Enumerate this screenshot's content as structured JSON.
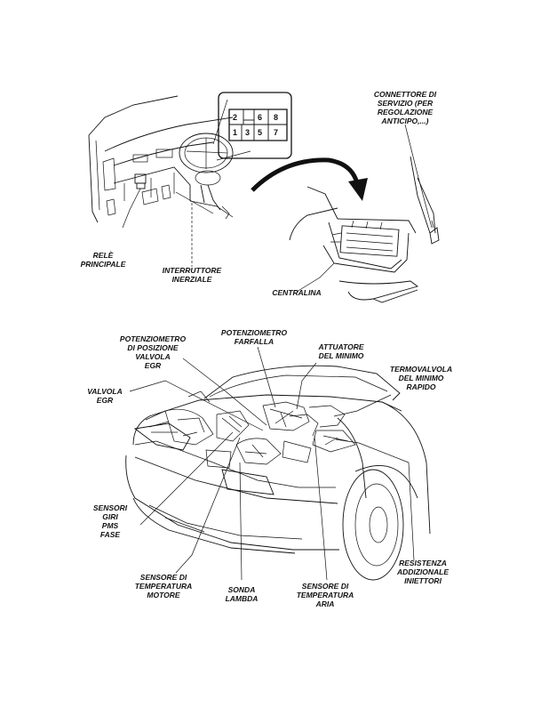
{
  "connector_pins": {
    "top": [
      "2",
      "6",
      "8"
    ],
    "bottom": [
      "1",
      "3",
      "5",
      "7"
    ]
  },
  "top_figure": {
    "labels": {
      "rele_principale": [
        "RELÈ",
        "PRINCIPALE"
      ],
      "interruttore_inerziale": [
        "INTERRUTTORE",
        "INERZIALE"
      ],
      "centralina": [
        "CENTRALINA"
      ],
      "connettore_di_servizio": [
        "CONNETTORE DI",
        "SERVIZIO (PER",
        "REGOLAZIONE",
        "ANTICIPO,...)"
      ]
    }
  },
  "bottom_figure": {
    "labels": {
      "potenziometro_posizione_egr": [
        "POTENZIOMETRO",
        "DI POSIZIONE",
        "VALVOLA",
        "EGR"
      ],
      "potenziometro_farfalla": [
        "POTENZIOMETRO",
        "FARFALLA"
      ],
      "attuatore_minimo": [
        "ATTUATORE",
        "DEL MINIMO"
      ],
      "termovalvola": [
        "TERMOVALVOLA",
        "DEL MINIMO",
        "RAPIDO"
      ],
      "valvola_egr": [
        "VALVOLA",
        "EGR"
      ],
      "sensori_giri": [
        "SENSORI",
        "GIRI",
        "PMS",
        "FASE"
      ],
      "sensore_temp_motore": [
        "SENSORE DI",
        "TEMPERATURA",
        "MOTORE"
      ],
      "sonda_lambda": [
        "SONDA",
        "LAMBDA"
      ],
      "sensore_temp_aria": [
        "SENSORE DI",
        "TEMPERATURA",
        "ARIA"
      ],
      "resistenza_iniettori": [
        "RESISTENZA",
        "ADDIZIONALE",
        "INIETTORI"
      ]
    }
  }
}
